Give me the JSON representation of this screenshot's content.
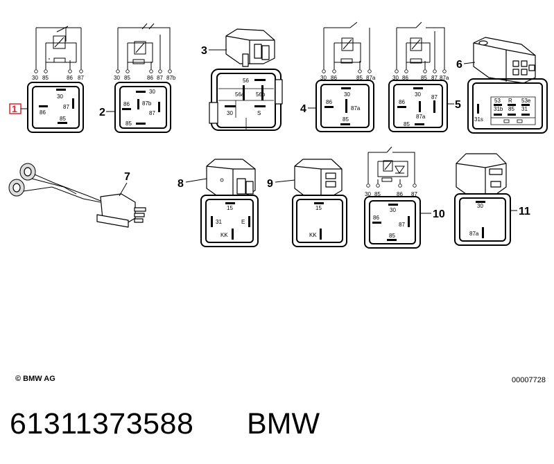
{
  "relays": [
    {
      "callout": "1",
      "schematic_pins": [
        "30",
        "85",
        "86",
        "87"
      ],
      "socket_pins": [
        "30",
        "86",
        "87",
        "85"
      ]
    },
    {
      "callout": "2",
      "schematic_pins": [
        "30",
        "85",
        "86",
        "87",
        "87b"
      ],
      "socket_pins": [
        "30",
        "86",
        "87b",
        "87",
        "85"
      ]
    },
    {
      "callout": "3",
      "socket_pins": [
        "56",
        "56a",
        "56b",
        "30",
        "S"
      ]
    },
    {
      "callout": "4",
      "schematic_pins": [
        "30",
        "86",
        "85",
        "87a"
      ],
      "socket_pins": [
        "30",
        "86",
        "87a",
        "85"
      ]
    },
    {
      "callout": "5",
      "schematic_pins": [
        "30",
        "86",
        "85",
        "87",
        "87a"
      ],
      "socket_pins": [
        "30",
        "86",
        "87",
        "87a",
        "85"
      ]
    },
    {
      "callout": "6",
      "socket_pins": [
        "53",
        "R",
        "53e",
        "31b",
        "85",
        "31",
        "31s"
      ]
    },
    {
      "callout": "7"
    },
    {
      "callout": "8",
      "socket_pins": [
        "15",
        "31",
        "E",
        "KK"
      ]
    },
    {
      "callout": "9",
      "socket_pins": [
        "15",
        "KK"
      ]
    },
    {
      "callout": "10",
      "schematic_pins": [
        "30",
        "85",
        "86",
        "87"
      ],
      "socket_pins": [
        "30",
        "86",
        "87",
        "85"
      ]
    },
    {
      "callout": "11",
      "socket_pins": [
        "30",
        "87a"
      ]
    }
  ],
  "footer": {
    "copyright": "© BMW AG",
    "doc_number": "00007728",
    "part_number": "61311373588",
    "brand": "BMW"
  },
  "colors": {
    "highlight": "#e0242c",
    "ink": "#000000"
  }
}
